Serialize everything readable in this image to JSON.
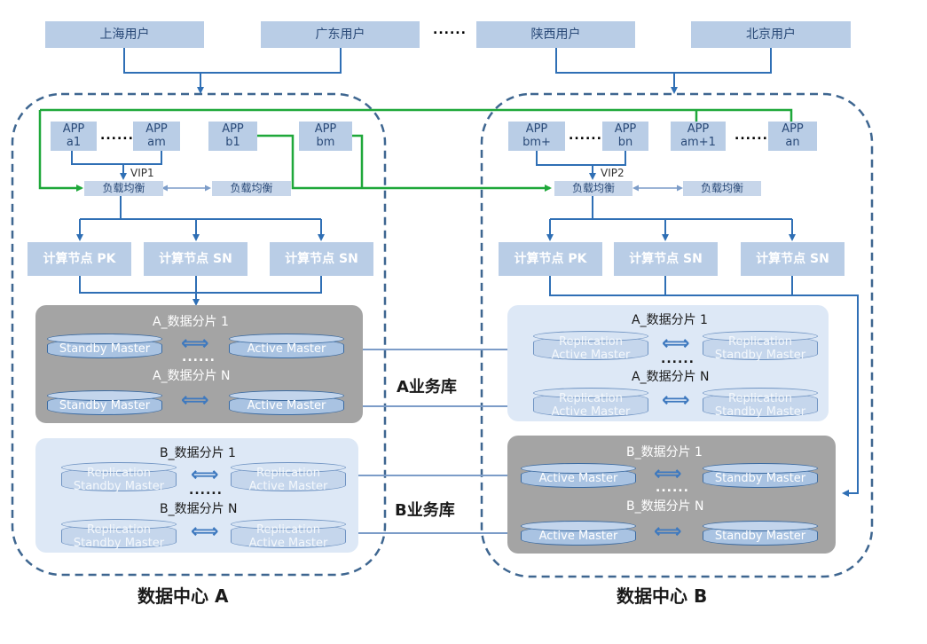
{
  "users": [
    "上海用户",
    "广东用户",
    "陕西用户",
    "北京用户"
  ],
  "users_ellipsis": "......",
  "app_label": "APP",
  "dc_a": {
    "title": "数据中心 A",
    "apps": [
      "a1",
      "am",
      "b1",
      "bm"
    ],
    "vip": "VIP1",
    "lb": [
      "负载均衡",
      "负载均衡"
    ],
    "compute": [
      "计算节点 PK",
      "计算节点 SN",
      "计算节点 SN"
    ],
    "a_shards": {
      "first": "A_数据分片 1",
      "last": "A_数据分片 N",
      "row1": [
        "Standby Master",
        "Active Master"
      ],
      "row2": [
        "Standby Master",
        "Active Master"
      ]
    },
    "b_shards": {
      "first": "B_数据分片 1",
      "last": "B_数据分片 N",
      "row1": [
        [
          "Replication",
          "Standby Master"
        ],
        [
          "Replication",
          "Active Master"
        ]
      ],
      "row2": [
        [
          "Replication",
          "Standby Master"
        ],
        [
          "Replication",
          "Active Master"
        ]
      ]
    }
  },
  "dc_b": {
    "title": "数据中心 B",
    "apps": [
      "bm+",
      "bn",
      "am+1",
      "an"
    ],
    "vip": "VIP2",
    "lb": [
      "负载均衡",
      "负载均衡"
    ],
    "compute": [
      "计算节点 PK",
      "计算节点 SN",
      "计算节点 SN"
    ],
    "a_shards": {
      "first": "A_数据分片 1",
      "last": "A_数据分片 N",
      "row1": [
        [
          "Replication",
          "Active Master"
        ],
        [
          "Replication",
          "Standby Master"
        ]
      ],
      "row2": [
        [
          "Replication",
          "Active Master"
        ],
        [
          "Replication",
          "Standby Master"
        ]
      ]
    },
    "b_shards": {
      "first": "B_数据分片 1",
      "last": "B_数据分片 N",
      "row1": [
        "Active Master",
        "Standby Master"
      ],
      "row2": [
        "Active Master",
        "Standby Master"
      ]
    }
  },
  "biz_a": "A业务库",
  "biz_b": "B业务库",
  "dots": "......",
  "colors": {
    "box": "#b9cde6",
    "blue_line": "#2f6fb5",
    "green_line": "#1fa83a",
    "dashed": "#3e6690",
    "gray_panel": "#a4a4a4",
    "light_panel": "#dde8f6"
  }
}
